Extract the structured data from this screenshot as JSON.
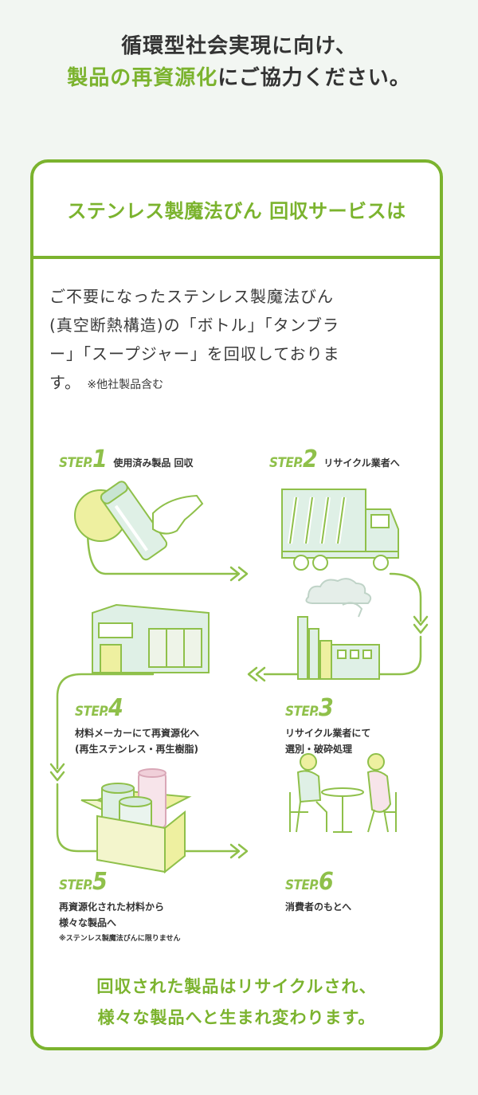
{
  "headline": {
    "line1": "循環型社会実現に向け、",
    "line2_green": "製品の再資源化",
    "line2_rest": "にご協力ください。"
  },
  "card": {
    "title": "ステンレス製魔法びん 回収サービスは",
    "intro": {
      "line1": "ご不要になったステンレス製魔法びん",
      "line2": "(真空断熱構造)の「ボトル」「タンブラ",
      "line3": "ー」「スープジャー」を回収しておりま",
      "line4": "す。",
      "note": "※他社製品含む"
    },
    "steps": [
      {
        "badge": "STEP.",
        "num": "1",
        "title": "使用済み製品 回収"
      },
      {
        "badge": "STEP.",
        "num": "2",
        "title": "リサイクル業者へ"
      },
      {
        "badge": "STEP.",
        "num": "3",
        "desc1": "リサイクル業者にて",
        "desc2": "選別・破砕処理"
      },
      {
        "badge": "STEP.",
        "num": "4",
        "desc1": "材料メーカーにて再資源化へ",
        "desc2": "(再生ステンレス・再生樹脂)"
      },
      {
        "badge": "STEP.",
        "num": "5",
        "desc1": "再資源化された材料から",
        "desc2": "様々な製品へ",
        "note": "※ステンレス製魔法びんに限りません"
      },
      {
        "badge": "STEP.",
        "num": "6",
        "desc1": "消費者のもとへ"
      }
    ],
    "footer": {
      "line1": "回収された製品はリサイクルされ、",
      "line2": "様々な製品へと生まれ変わります。"
    }
  },
  "colors": {
    "accent": "#7bb32e",
    "accent_light": "#8fc04a",
    "yellow": "#eef0a0",
    "mint": "#dff0e6",
    "text": "#333333",
    "background": "#f2f6f2"
  }
}
